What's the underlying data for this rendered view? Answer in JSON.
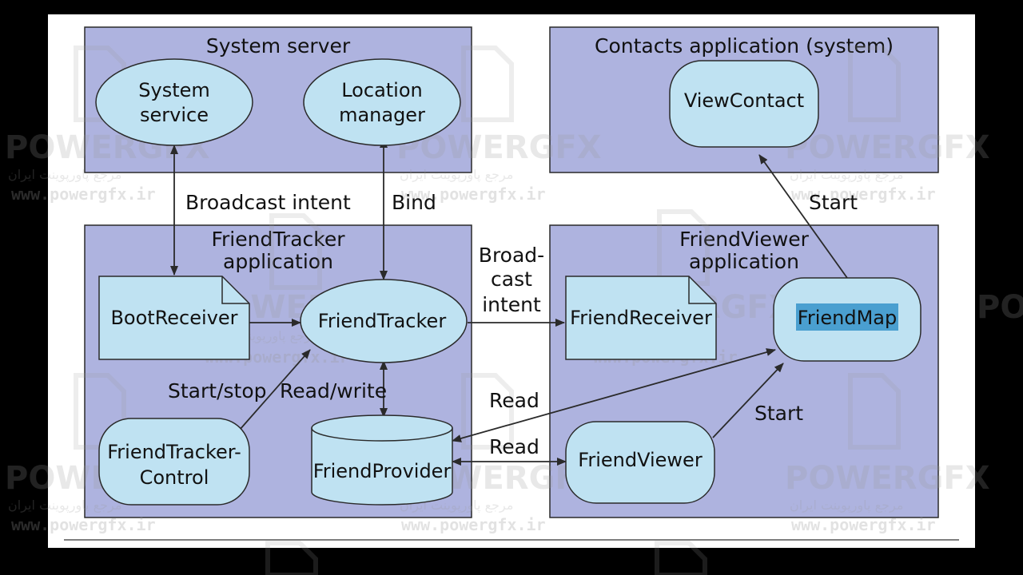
{
  "diagram": {
    "containers": {
      "system_server": "System server",
      "contacts_app": "Contacts application (system)",
      "friendtracker_app": [
        "FriendTracker",
        "application"
      ],
      "friendviewer_app": [
        "FriendViewer",
        "application"
      ]
    },
    "nodes": {
      "system_service": [
        "System",
        "service"
      ],
      "location_manager": [
        "Location",
        "manager"
      ],
      "view_contact": "ViewContact",
      "boot_receiver": "BootReceiver",
      "friend_tracker": "FriendTracker",
      "friend_receiver": "FriendReceiver",
      "friend_map": "FriendMap",
      "friend_tracker_control": [
        "FriendTracker-",
        "Control"
      ],
      "friend_provider": "FriendProvider",
      "friend_viewer": "FriendViewer"
    },
    "edge_labels": {
      "broadcast_intent": "Broadcast intent",
      "bind": "Bind",
      "start_contacts": "Start",
      "broadcast_cast_intent": [
        "Broad-",
        "cast",
        "intent"
      ],
      "start_stop": "Start/stop",
      "read_write": "Read/write",
      "read_map": "Read",
      "read_viewer": "Read",
      "start_map": "Start"
    },
    "colors": {
      "container_fill": "#aeb3df",
      "node_fill": "#bfe2f2",
      "highlight": "#4a9fd0",
      "stroke": "#2a2a2a"
    }
  },
  "watermark": {
    "brand": "POWERGFX",
    "persian": "مرجع پاورپوینت ایران",
    "url": "www.powergfx.ir"
  }
}
